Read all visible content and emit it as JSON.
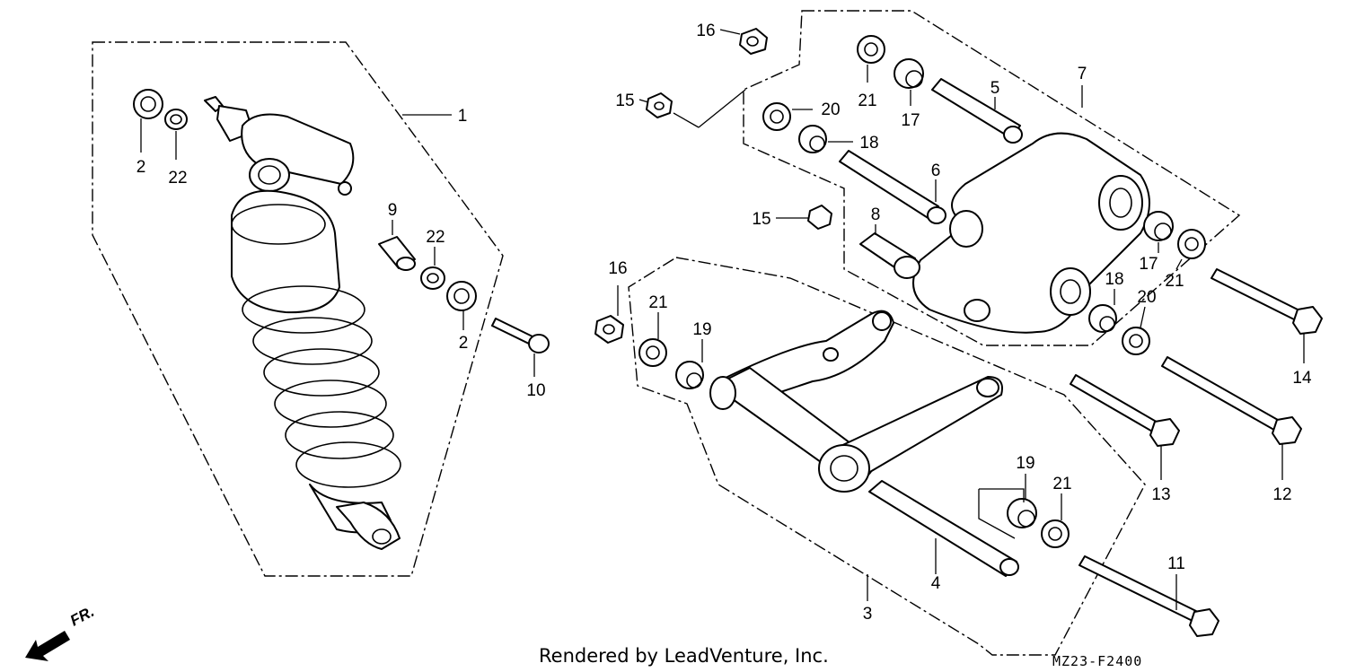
{
  "diagram": {
    "callouts": [
      "1",
      "2",
      "22",
      "9",
      "22",
      "2",
      "10",
      "16",
      "15",
      "21",
      "17",
      "5",
      "7",
      "20",
      "18",
      "6",
      "15",
      "8",
      "16",
      "21",
      "19",
      "17",
      "21",
      "18",
      "20",
      "14",
      "13",
      "12",
      "19",
      "21",
      "4",
      "3",
      "11"
    ],
    "footer": {
      "credit": "Rendered by LeadVenture, Inc.",
      "code": "MZ23-F2400"
    },
    "direction": "FR."
  }
}
